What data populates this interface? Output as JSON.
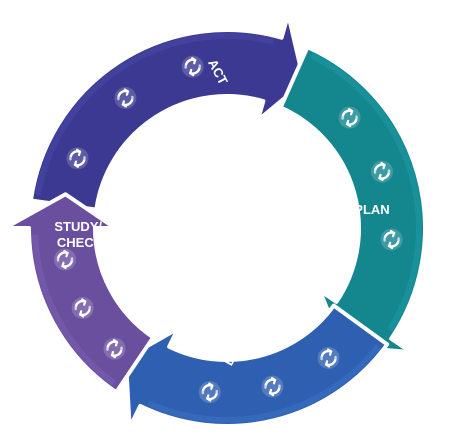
{
  "segments": [
    {
      "id": "act",
      "label_lines": [
        "ACT"
      ],
      "color": "#3b3991",
      "highlight": "#4a48a6"
    },
    {
      "id": "plan",
      "label_lines": [
        "PLAN"
      ],
      "color": "#14868e",
      "highlight": "#1b9aa2"
    },
    {
      "id": "do",
      "label_lines": [
        "DO"
      ],
      "color": "#2f5fb0",
      "highlight": "#3a6fc4"
    },
    {
      "id": "study",
      "label_lines": [
        "STUDY/",
        "CHECK"
      ],
      "color": "#6a4f9f",
      "highlight": "#7a5fb1"
    }
  ],
  "icons": {
    "name": "refresh-cycle-icon",
    "per_segment": 3
  }
}
